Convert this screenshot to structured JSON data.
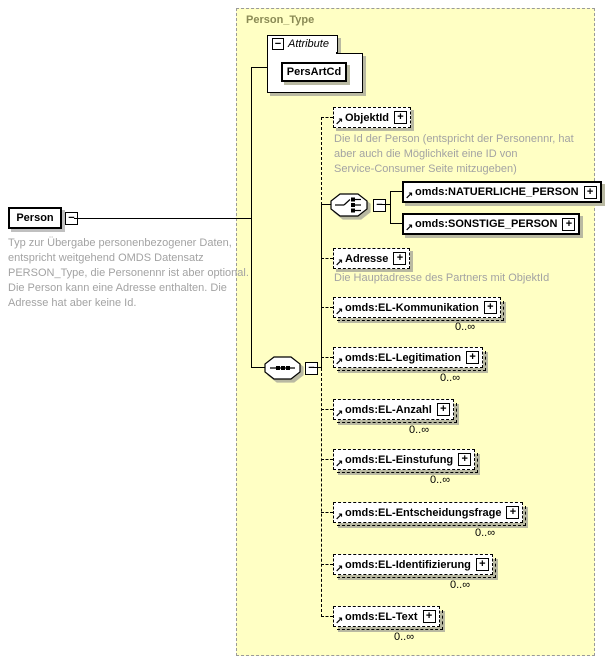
{
  "container": {
    "label": "Person_Type"
  },
  "person": {
    "name": "Person",
    "annotation": [
      "Typ zur Übergabe personenbezogener Daten,",
      "entspricht weitgehend OMDS Datensatz",
      "PERSON_Type, die Personennr ist aber optional.",
      "Die Person kann eine Adresse enthalten. Die",
      "Adresse hat aber keine Id."
    ]
  },
  "attribute_group": {
    "label": "Attribute",
    "attribute_name": "PersArtCd"
  },
  "elements": {
    "objektid": {
      "name": "ObjektId",
      "annotation": [
        "Die Id der Person (entspricht der Personennr, hat",
        "aber auch die Möglichkeit eine ID von",
        "Service-Consumer Seite mitzugeben)"
      ]
    },
    "natuerliche_person": {
      "name": "omds:NATUERLICHE_PERSON"
    },
    "sonstige_person": {
      "name": "omds:SONSTIGE_PERSON"
    },
    "adresse": {
      "name": "Adresse",
      "annotation": [
        "Die Hauptadresse des Partners mit ObjektId"
      ]
    },
    "el_kommunikation": {
      "name": "omds:EL-Kommunikation",
      "occurrence": "0..∞"
    },
    "el_legitimation": {
      "name": "omds:EL-Legitimation",
      "occurrence": "0..∞"
    },
    "el_anzahl": {
      "name": "omds:EL-Anzahl",
      "occurrence": "0..∞"
    },
    "el_einstufung": {
      "name": "omds:EL-Einstufung",
      "occurrence": "0..∞"
    },
    "el_entscheidungsfrage": {
      "name": "omds:EL-Entscheidungsfrage",
      "occurrence": "0..∞"
    },
    "el_identifizierung": {
      "name": "omds:EL-Identifizierung",
      "occurrence": "0..∞"
    },
    "el_text": {
      "name": "omds:EL-Text",
      "occurrence": "0..∞"
    }
  },
  "icons": {
    "expand": "+",
    "collapse": "−",
    "reference": "↗"
  },
  "colors": {
    "container_fill": "#FFFFC4",
    "container_border": "#9A9A9A",
    "container_label": "#8A8A55",
    "annotation_text": "#A3A3A3",
    "box_shadow": "#B9B9A2"
  }
}
